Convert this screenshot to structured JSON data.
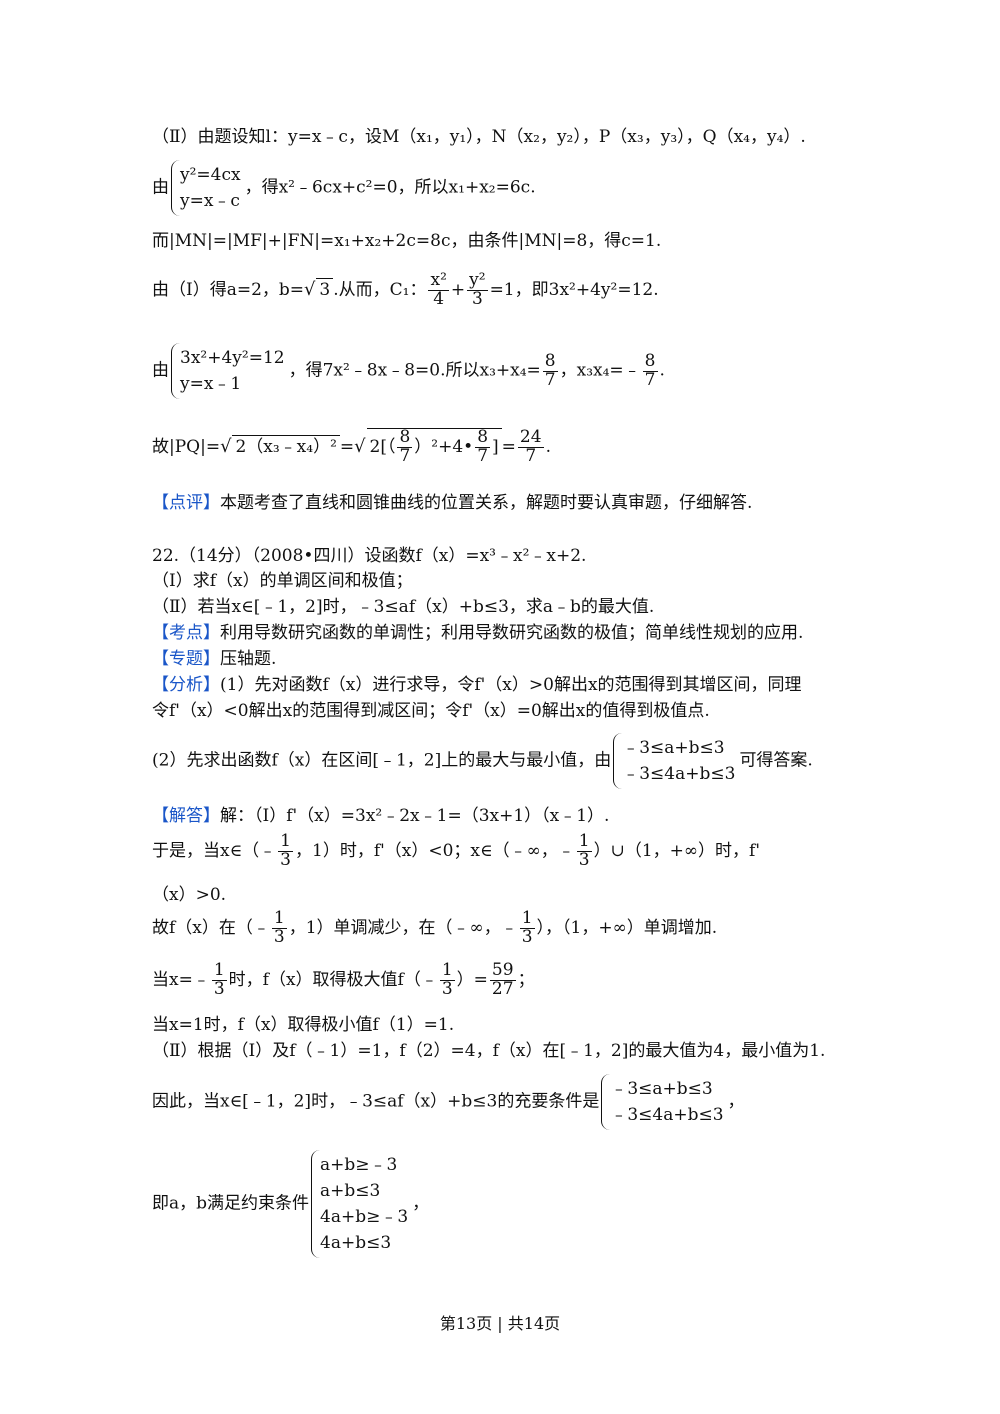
{
  "part2_intro": "（Ⅱ）由题设知l：y=x﹣c，设M（x₁，y₁），N（x₂，y₂），P（x₃，y₃），Q（x₄，y₄）.",
  "sys1": {
    "lead": "由",
    "r1": "y²=4cx",
    "r2": "y=x﹣c",
    "tail": "，得x²﹣6cx+c²=0，所以x₁+x₂=6c."
  },
  "mn_line": "而|MN|=|MF|+|FN|=x₁+x₂+2c=8c，由条件|MN|=8，得c=1.",
  "a_line": {
    "lead": "由（Ⅰ）得a=2，b=",
    "sqrt": "3",
    "mid": ".从而，C₁：",
    "f1n": "x²",
    "f1d": "4",
    "plus": "+",
    "f2n": "y²",
    "f2d": "3",
    "tail": "=1，即3x²+4y²=12."
  },
  "sys2": {
    "lead": "由",
    "r1": "3x²+4y²=12",
    "r2": "y=x﹣1",
    "mid": "，得7x²﹣8x﹣8=0.所以x₃+x₄=",
    "f1n": "8",
    "f1d": "7",
    "mid2": "，x₃x₄=﹣",
    "f2n": "8",
    "f2d": "7",
    "tail": "."
  },
  "pq_line": {
    "lead": "故|PQ|=",
    "rad1": "2（x₃﹣x₄）²",
    "eq": "=",
    "rad2a": "2[（",
    "rad2fn": "8",
    "rad2fd": "7",
    "rad2b": "）²+4•",
    "rad2gn": "8",
    "rad2gd": "7",
    "rad2c": "]",
    "eq2": "=",
    "fn": "24",
    "fd": "7",
    "tail": "."
  },
  "comment": {
    "tag": "【点评】",
    "text": "本题考查了直线和圆锥曲线的位置关系，解题时要认真审题，仔细解答."
  },
  "q22_title": "22.（14分）（2008•四川）设函数f（x）=x³﹣x²﹣x+2.",
  "q22_p1": "（Ⅰ）求f（x）的单调区间和极值；",
  "q22_p2": "（Ⅱ）若当x∈[﹣1，2]时，﹣3≤af（x）+b≤3，求a﹣b的最大值.",
  "kaodian": {
    "tag": "【考点】",
    "text": "利用导数研究函数的单调性；利用导数研究函数的极值；简单线性规划的应用."
  },
  "zhuanti": {
    "tag": "【专题】",
    "text": "压轴题."
  },
  "fenxi": {
    "tag": "【分析】",
    "text1": "(1）先对函数f（x）进行求导，令f'（x）>0解出x的范围得到其增区间，同理",
    "text2": "令f'（x）<0解出x的范围得到减区间；令f'（x）=0解出x的值得到极值点."
  },
  "fenxi2": {
    "lead": "(2）先求出函数f（x）在区间[﹣1，2]上的最大与最小值，由",
    "r1": "﹣3≤a+b≤3",
    "r2": "﹣3≤4a+b≤3",
    "tail": "可得答案."
  },
  "jieda": {
    "tag": "【解答】",
    "text": "解：（Ⅰ）f'（x）=3x²﹣2x﹣1=（3x+1）（x﹣1）."
  },
  "yushi": {
    "a": "于是，当x∈（﹣",
    "f1n": "1",
    "f1d": "3",
    "b": "，1）时，f'（x）<0；x∈（﹣∞，﹣",
    "f2n": "1",
    "f2d": "3",
    "c": "）∪（1，+∞）时，f'"
  },
  "yushi2": "（x）>0.",
  "gu": {
    "a": "故f（x）在（﹣",
    "f1n": "1",
    "f1d": "3",
    "b": "，1）单调减少，在（﹣∞，﹣",
    "f2n": "1",
    "f2d": "3",
    "c": "），（1，+∞）单调增加."
  },
  "dang1": {
    "a": "当x=﹣",
    "f1n": "1",
    "f1d": "3",
    "b": "时，f（x）取得极大值f（﹣",
    "f2n": "1",
    "f2d": "3",
    "c": "）=",
    "f3n": "59",
    "f3d": "27",
    "d": "；"
  },
  "dang2": "当x=1时，f（x）取得极小值f（1）=1.",
  "part2b": "（Ⅱ）根据（Ⅰ）及f（﹣1）=1，f（2）=4，f（x）在[﹣1，2]的最大值为4，最小值为1.",
  "yinci": {
    "lead": "因此，当x∈[﹣1，2]时，﹣3≤af（x）+b≤3的充要条件是",
    "r1": "﹣3≤a+b≤3",
    "r2": "﹣3≤4a+b≤3",
    "tail": "，"
  },
  "ji": {
    "lead": "即a，b满足约束条件",
    "r1": "a+b≥﹣3",
    "r2": "a+b≤3",
    "r3": "4a+b≥﹣3",
    "r4": "4a+b≤3",
    "tail": "，"
  },
  "footer": "第13页  |  共14页"
}
